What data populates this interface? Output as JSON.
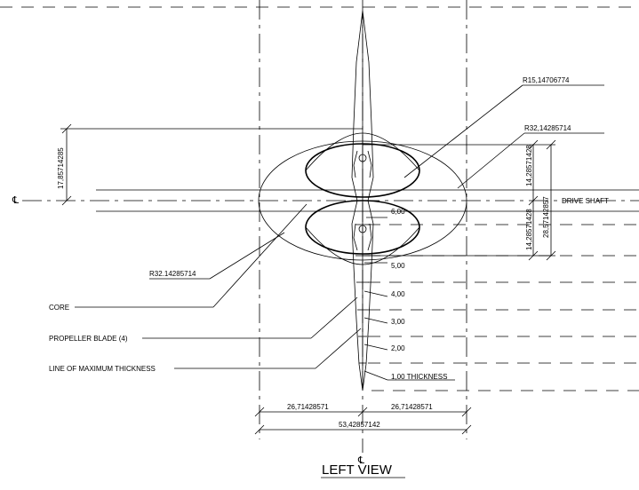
{
  "title": "LEFT VIEW",
  "labels": {
    "r15": "R15,14706774",
    "r32_top": "R32,14285714",
    "r32_left": "R32.14285714",
    "drive_shaft": "DRIVE SHAFT",
    "core": "CORE",
    "propeller_blade": "PROPELLER BLADE (4)",
    "line_max_thickness": "LINE OF MAXIMUM THICKNESS",
    "thickness_1": "1,00 THICKNESS"
  },
  "dimensions": {
    "left_vertical": "17,85714285",
    "right_inner_top": "14,28571428",
    "right_inner_bottom": "14,28571428",
    "right_outer": "28,57142857",
    "bottom_left_half": "26,71428571",
    "bottom_right_half": "26,71428571",
    "bottom_total": "53,42857142"
  },
  "stations": [
    "6,00",
    "5,00",
    "4,00",
    "3,00",
    "2,00"
  ],
  "symbols": {
    "centerline": "℄"
  }
}
